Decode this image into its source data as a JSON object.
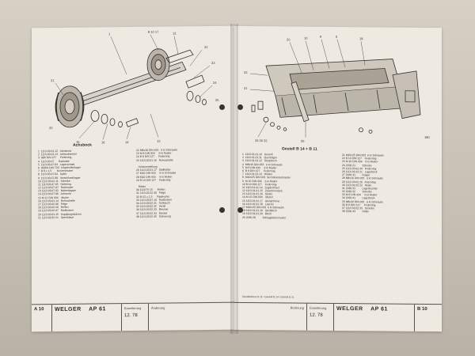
{
  "left_page": {
    "title": "Achsbock",
    "col1": [
      "1  1113.03.01.12   Achsbock",
      "2  1113.03.01.13   Achsschenkel",
      "3  9B6 DIN 127     Federring",
      "4  1113.03.07      Radnabe",
      "5  1113.03.07.03   Lagerschale",
      "6  30204 DIN 720   Kegelrollenlager",
      "7  B 8 x 1,5       Kronenmutter",
      "8  1113.03.07.04   Splint",
      "9  1113.03.07.08   Verschlusskappe",
      "10 1113.03.01.11   Scheibe",
      "11 1113.03.07.05   Dichtring",
      "12 1113.03.07.07   Radmutter",
      "13 1113.03.07.02   Nabenkappe",
      "14 1113.03.07.06   Achsrohr",
      "15 M 12 DIN 934    Mutter",
      "16 1113.03.01.14   Rohrschelle",
      "17 1113.03.02.06   Felge",
      "18 1113.03.02.20   Reifen",
      "19 1113.03.02.07   Radbolzen",
      "20 1113.03.01.15   Kupplungsbolzen",
      "21 1113.02.02.21   Sperrklaue"
    ],
    "col2": [
      "22 M8x30 DIN 933   6 kt Schraube",
      "23 M 8 DIN 934     6 kt Mutter",
      "24 B 8 DIN 127     Federring",
      "25 1113.03.01.16   Rohrschelle",
      "",
      "   Achsverstellung",
      "26 1113.03.01.17   Stellhülse",
      "27 M10 DIN 933     6 kt Schraube",
      "28 M10 DIN 934     6 kt Mutter",
      "29 B 10 DIN 127    Federring",
      "",
      "   Räder",
      "30 10.0/75-15      Reifen",
      "31 1113.02.02.30   Felge",
      "32 M 12 x 1,5      Radmutter",
      "33 1113.03.07.10   Radbolzen",
      "34 1113.03.02.31   Schlauch",
      "35 1113.03.02.32   Ventil",
      "36 1113.03.02.33   Bremse",
      "37 1113.03.02.34   Deckel",
      "38 1113.03.02.35   Sicherung"
    ]
  },
  "right_page": {
    "title": "Gestell B 14 + B 11",
    "col1": [
      "1  1113.01.01.10   Gestell",
      "2  1113.01.01.11   Querträger",
      "3  1113.01.01.12   Stützblech",
      "4  M8x16 DIN 933   6 kt Schraube",
      "5  M 8 DIN 934     6 kt Mutter",
      "6  B 8 DIN 127     Federring",
      "7  1113.01.01.13   Winkel",
      "8  M10x25 DIN 933  Sechskantschraube",
      "9  M 10 DIN 934    6 kt Mutter",
      "10 B 10 DIN 127    Federring",
      "11 1113.01.01.14   Zugdeichsel",
      "12 1113.01.01.15   Zwischenstück",
      "13 1113.01.01.16   Stütze",
      "14 M 12 DIN 934    Mutter",
      "15 1113.01.01.17   Gleitschiene",
      "16 1113.01.01.18   Lasche",
      "17 M10x20 DIN 933  6 kt Schraube",
      "18 1113.01.01.19   Gleitblech",
      "19 1113.01.01.20   Blech",
      "20 2030.28         Schlagkastenmutter"
    ],
    "col2": [
      "21 M10x25 DIN 933  6 kt Schraube",
      "22 B 10 DIN 127    Federring",
      "23 M 10 DIN 934    6 kt Mutter",
      "24 2030.21         Scheibe",
      "25 1113.03.02.34   Federring",
      "26 1113.01.02.21   Lagerbock",
      "27 2030.31         Kappe",
      "28 M8x16 DIN 933   6 kt Schraube",
      "29 1113.03.02.26   Anschlag",
      "30 1113.01.02.22   Hülse",
      "31 2030.31         Lagerbuchse",
      "32 2030.32         Scheibe",
      "33 M 8 DIN 934     6 kt Mutter",
      "34 2030.41         Lagerbock",
      "35 M8x30 DIN 933   6 kt Schraube",
      "36 B 8 DIN 127     Federring",
      "37 1113.02.02.33   Scheibe",
      "38 2030.43         Hülse"
    ],
    "note": "Gestellstütze B 11 / Gestell B 14 / Gestell B 11"
  },
  "footer": {
    "left_page_number": "A 10",
    "brand": "WELGER",
    "model": "AP 61",
    "edition_label": "Erweiterung",
    "date": "12. 78",
    "change_label": "Änderung",
    "right_page_number": "B 10"
  }
}
